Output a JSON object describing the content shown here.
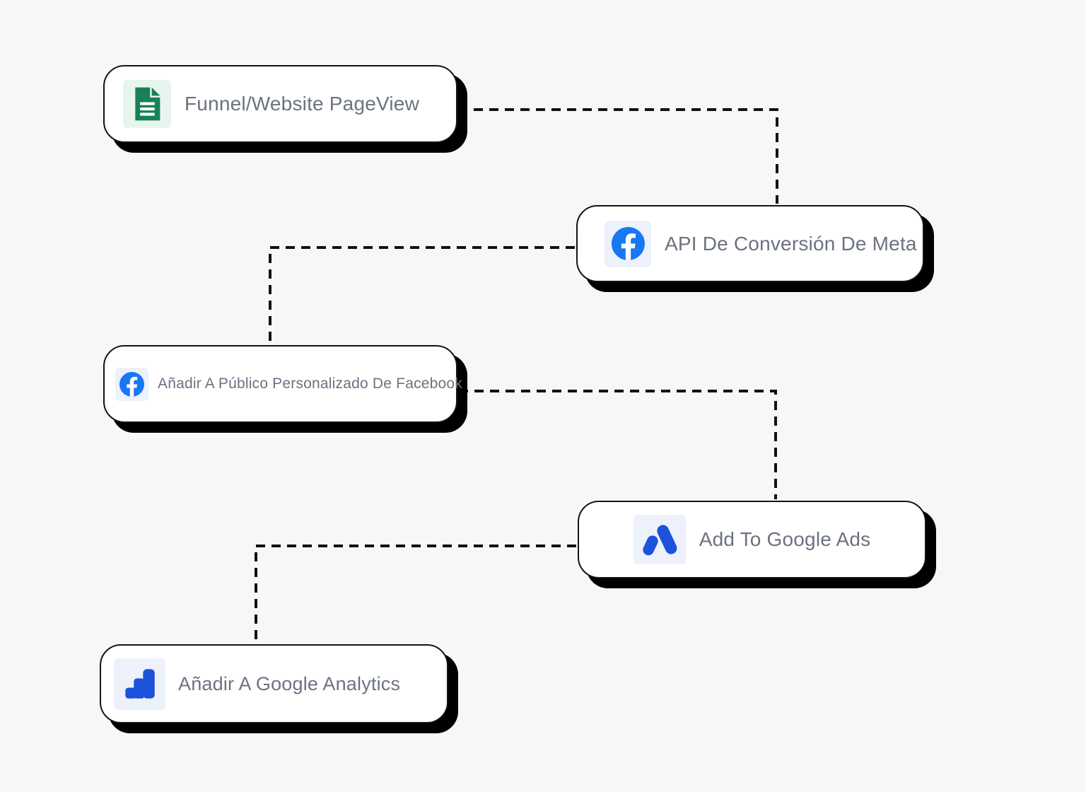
{
  "canvas": {
    "background": "#f7f7f8"
  },
  "colors": {
    "node_fill": "#ffffff",
    "node_border": "#141414",
    "shadow": "#000000",
    "connector": "#111111",
    "label_text": "#6b7280",
    "facebook_blue": "#1877f2",
    "google_blue": "#1d52db",
    "doc_green": "#17815a",
    "doc_icon_bg": "#e8f5ee",
    "blue_icon_bg": "#edf1fc",
    "icon_white": "#ffffff"
  },
  "nodes": [
    {
      "id": "funnel-pageview",
      "label": "Funnel/Website PageView",
      "icon": "document-icon"
    },
    {
      "id": "meta-conversion-api",
      "label": "API De Conversión De Meta",
      "icon": "facebook-icon"
    },
    {
      "id": "facebook-custom-audience",
      "label": "Añadir A Público Personalizado De Facebook",
      "icon": "facebook-icon"
    },
    {
      "id": "google-ads",
      "label": "Add To Google Ads",
      "icon": "google-ads-icon"
    },
    {
      "id": "google-analytics",
      "label": "Añadir A Google Analytics",
      "icon": "google-analytics-icon"
    }
  ],
  "connections": [
    {
      "from": "funnel-pageview",
      "to": "meta-conversion-api"
    },
    {
      "from": "meta-conversion-api",
      "to": "facebook-custom-audience"
    },
    {
      "from": "facebook-custom-audience",
      "to": "google-ads"
    },
    {
      "from": "google-ads",
      "to": "google-analytics"
    }
  ]
}
